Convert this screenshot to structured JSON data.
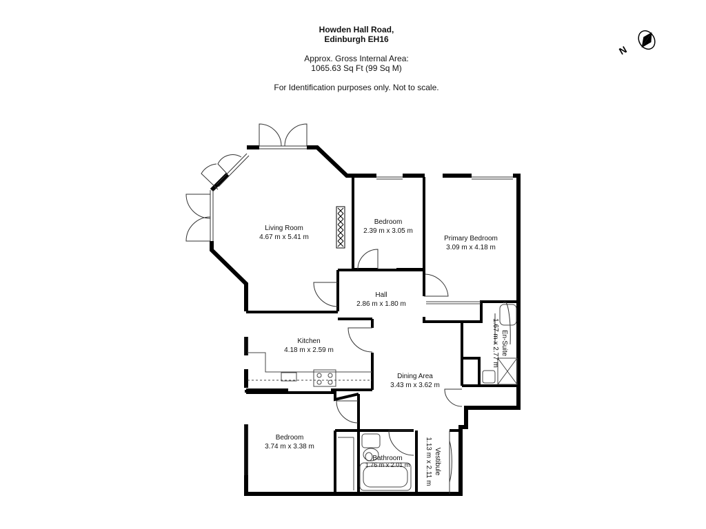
{
  "header": {
    "address_line1": "Howden Hall Road,",
    "address_line2": "Edinburgh EH16",
    "area_label": "Approx. Gross Internal Area:",
    "area_value": "1065.63 Sq Ft (99 Sq M)",
    "disclaimer": "For Identification purposes only. Not to scale."
  },
  "compass": {
    "letter": "N",
    "icon": "north-arrow-icon"
  },
  "rooms": {
    "living_room": {
      "name": "Living Room",
      "size": "4.67 m x 5.41 m"
    },
    "bedroom_2": {
      "name": "Bedroom",
      "size": "2.39 m x 3.05 m"
    },
    "primary_bedroom": {
      "name": "Primary Bedroom",
      "size": "3.09 m x 4.18 m"
    },
    "hall": {
      "name": "Hall",
      "size": "2.86 m x 1.80 m"
    },
    "kitchen": {
      "name": "Kitchen",
      "size": "4.18 m x 2.59 m"
    },
    "en_suite": {
      "name": "En-Suite",
      "size": "1.67 m x 2.77 m"
    },
    "dining_area": {
      "name": "Dining Area",
      "size": "3.43 m x 3.62 m"
    },
    "bedroom_3": {
      "name": "Bedroom",
      "size": "3.74 m x 3.38 m"
    },
    "bathroom": {
      "name": "Bathroom",
      "size": "1.76 m x 2.01 m"
    },
    "vestibule": {
      "name": "Vestibule",
      "size": "1.13 m x 2.11 m"
    }
  },
  "colors": {
    "wall": "#000000",
    "line": "#555555",
    "background": "#ffffff"
  }
}
